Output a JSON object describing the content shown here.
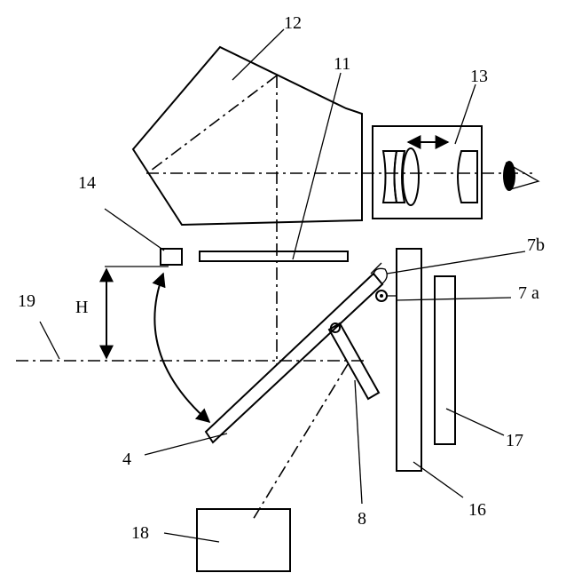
{
  "labels": {
    "l12": "12",
    "l11": "11",
    "l13": "13",
    "l14": "14",
    "l7b": "7b",
    "l7a": "7 a",
    "l19": "19",
    "lH": "H",
    "l4": "4",
    "l8": "8",
    "l16": "16",
    "l17": "17",
    "l18": "18"
  }
}
